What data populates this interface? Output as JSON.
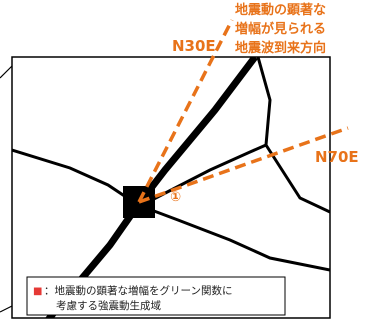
{
  "title_lines": [
    "地震動の顕著な",
    "増幅が見られる",
    "地震波到来方向"
  ],
  "directions": {
    "n30e": "N30E",
    "n70e": "N70E"
  },
  "marker_label": "①",
  "legend": {
    "square_symbol": "■",
    "line1": "：地震動の顕著な増幅をグリーン関数に",
    "line2": "考慮する強震動生成域"
  },
  "colors": {
    "accent": "#E8731A",
    "square": "#000000",
    "legend_square": "#E53935",
    "line": "#000000"
  }
}
